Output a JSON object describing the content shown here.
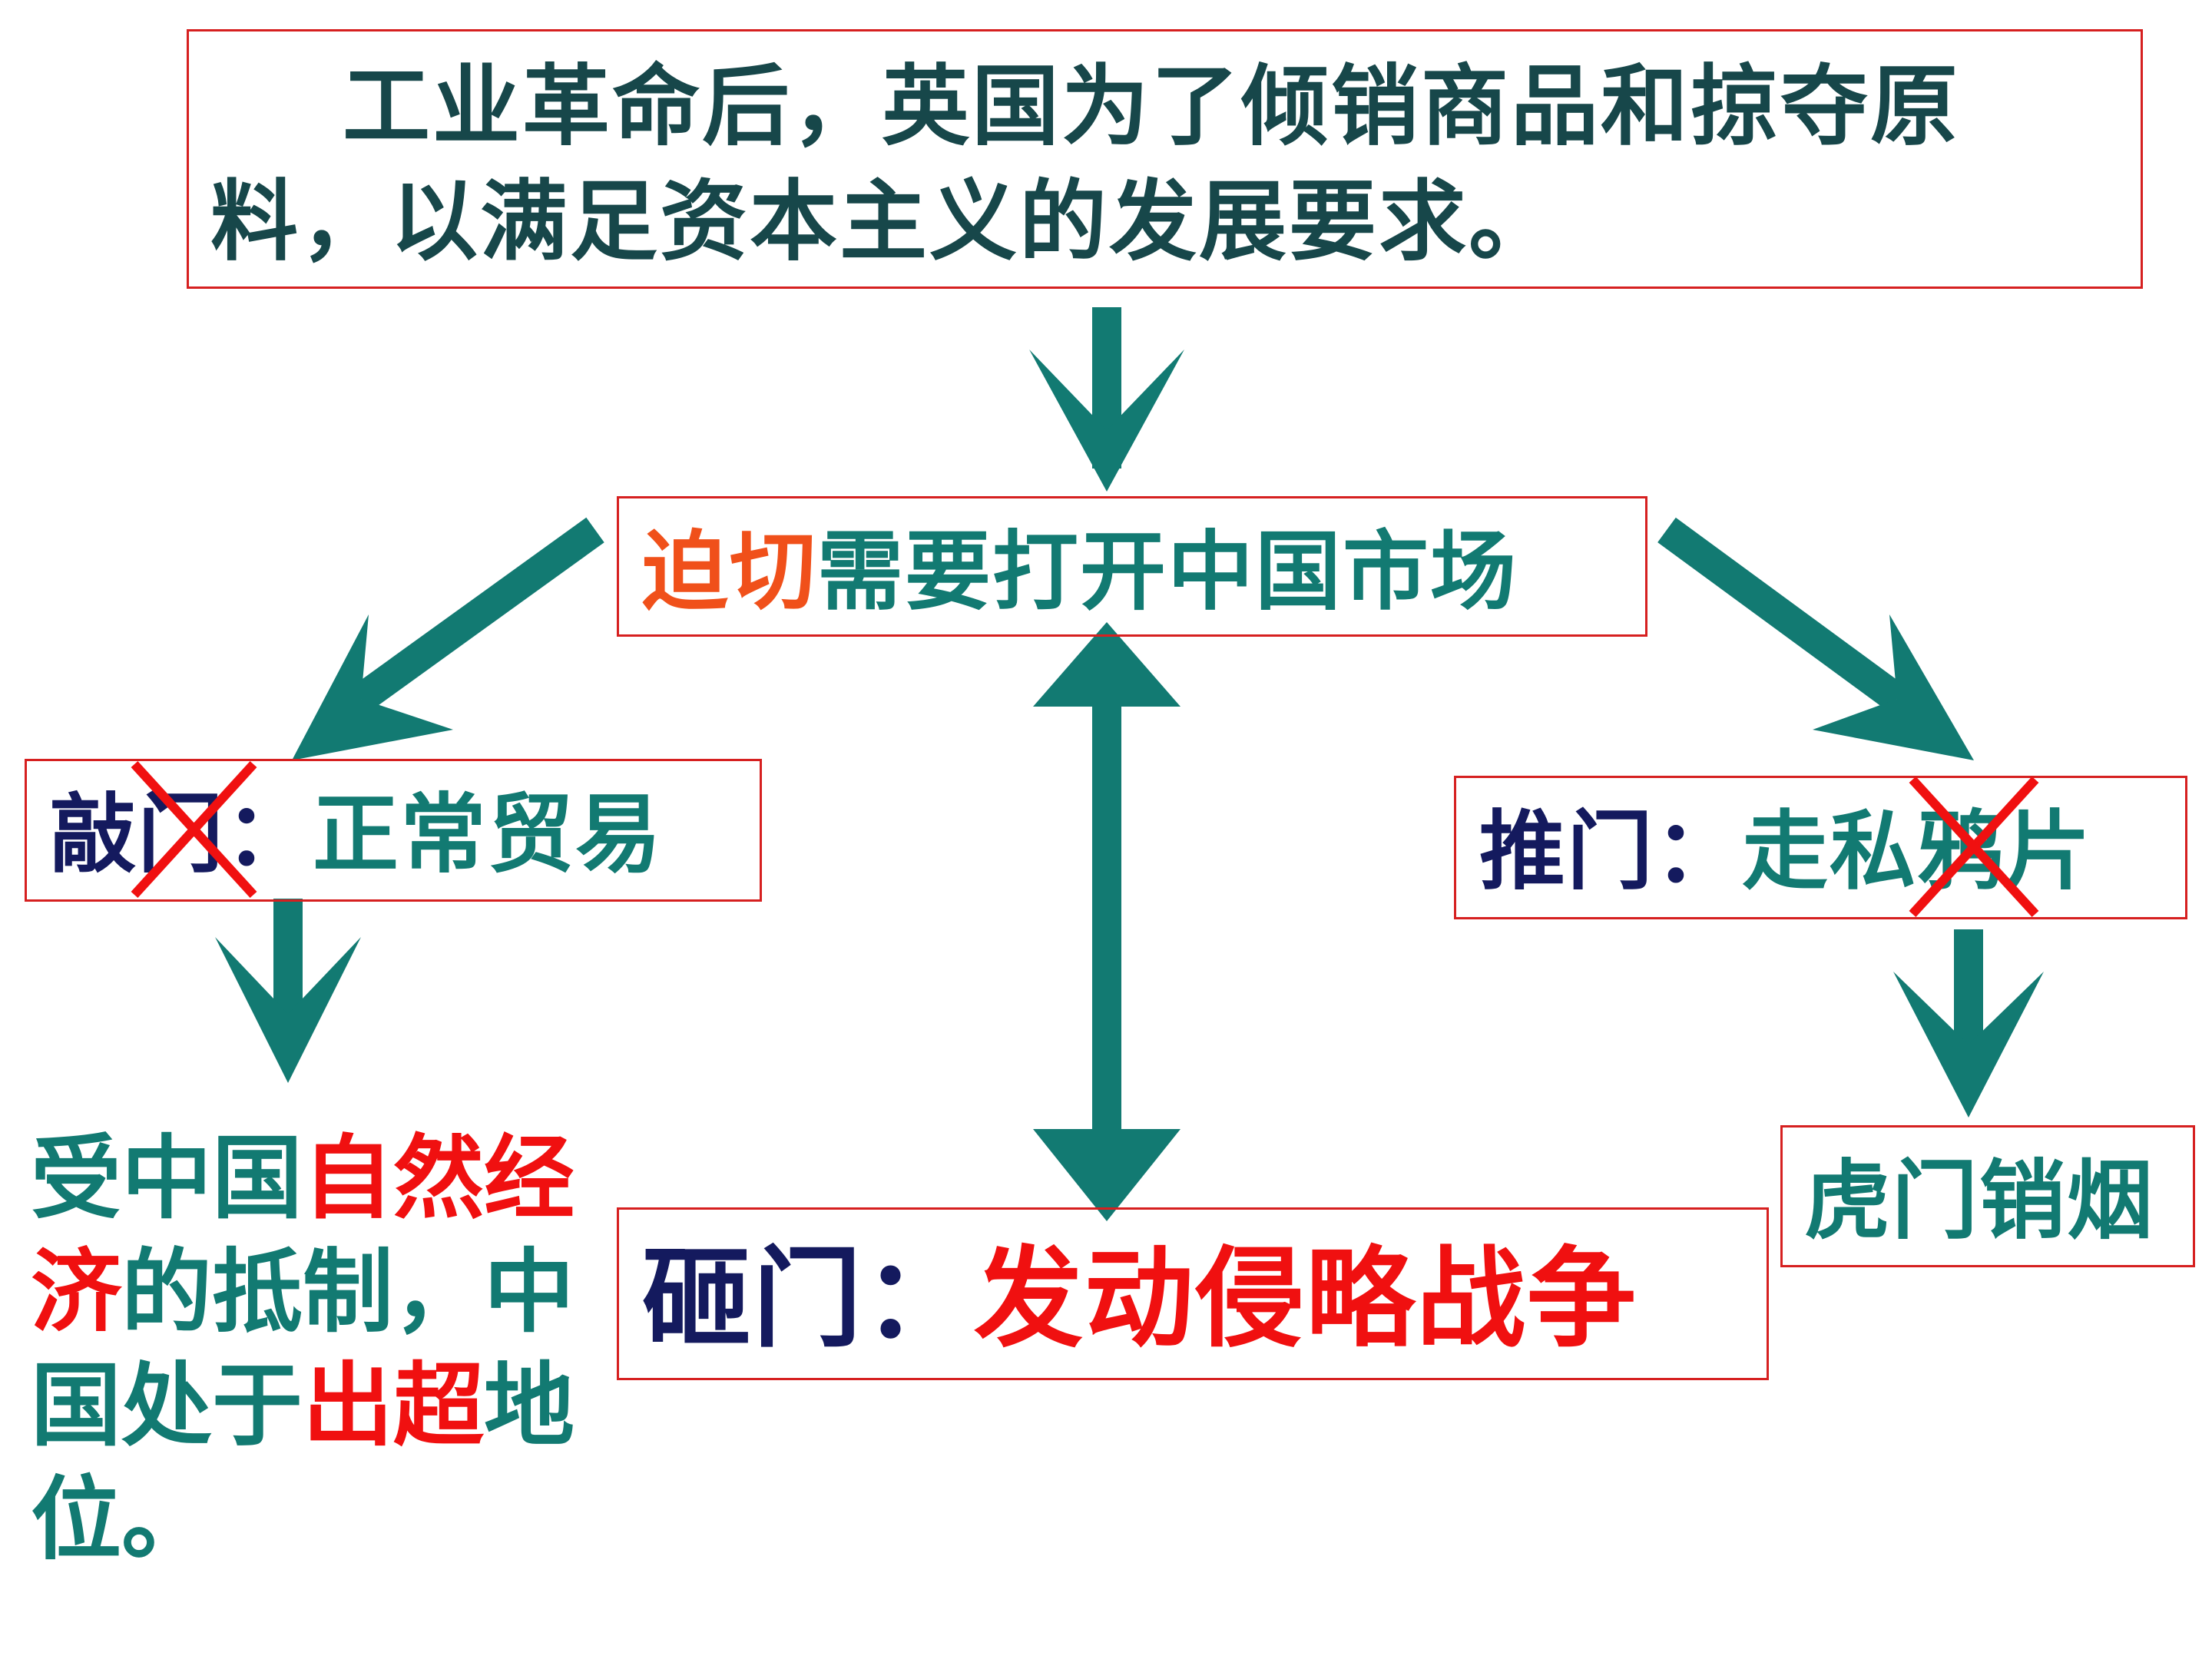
{
  "top_box": {
    "line1": "工业革命后，英国为了倾销商品和掠夺原",
    "line2": "料，以满足资本主义的发展要求。"
  },
  "center_box": {
    "prefix": "迫切",
    "rest": "需要打开中国市场"
  },
  "left_box": {
    "label_a": "敲",
    "label_b": "门",
    "colon": "：",
    "content": "正常贸易"
  },
  "right_box": {
    "label": "推门",
    "colon": "：",
    "content_a": "走私",
    "content_b": "鸦片"
  },
  "bottom_box": {
    "label": "砸门",
    "colon": "：",
    "content": "发动侵略战争"
  },
  "right_result_box": {
    "text": "虎门销烟"
  },
  "left_result": {
    "l1_a": "受中国",
    "l1_b": "自然经",
    "l2_a": "济",
    "l2_b": "的抵制，中",
    "l3_a": "国处于",
    "l3_b": "出超",
    "l3_c": "地",
    "l4": "位。"
  },
  "colors": {
    "arrow": "#127a72",
    "border": "#d62020",
    "cross": "#f01010"
  }
}
